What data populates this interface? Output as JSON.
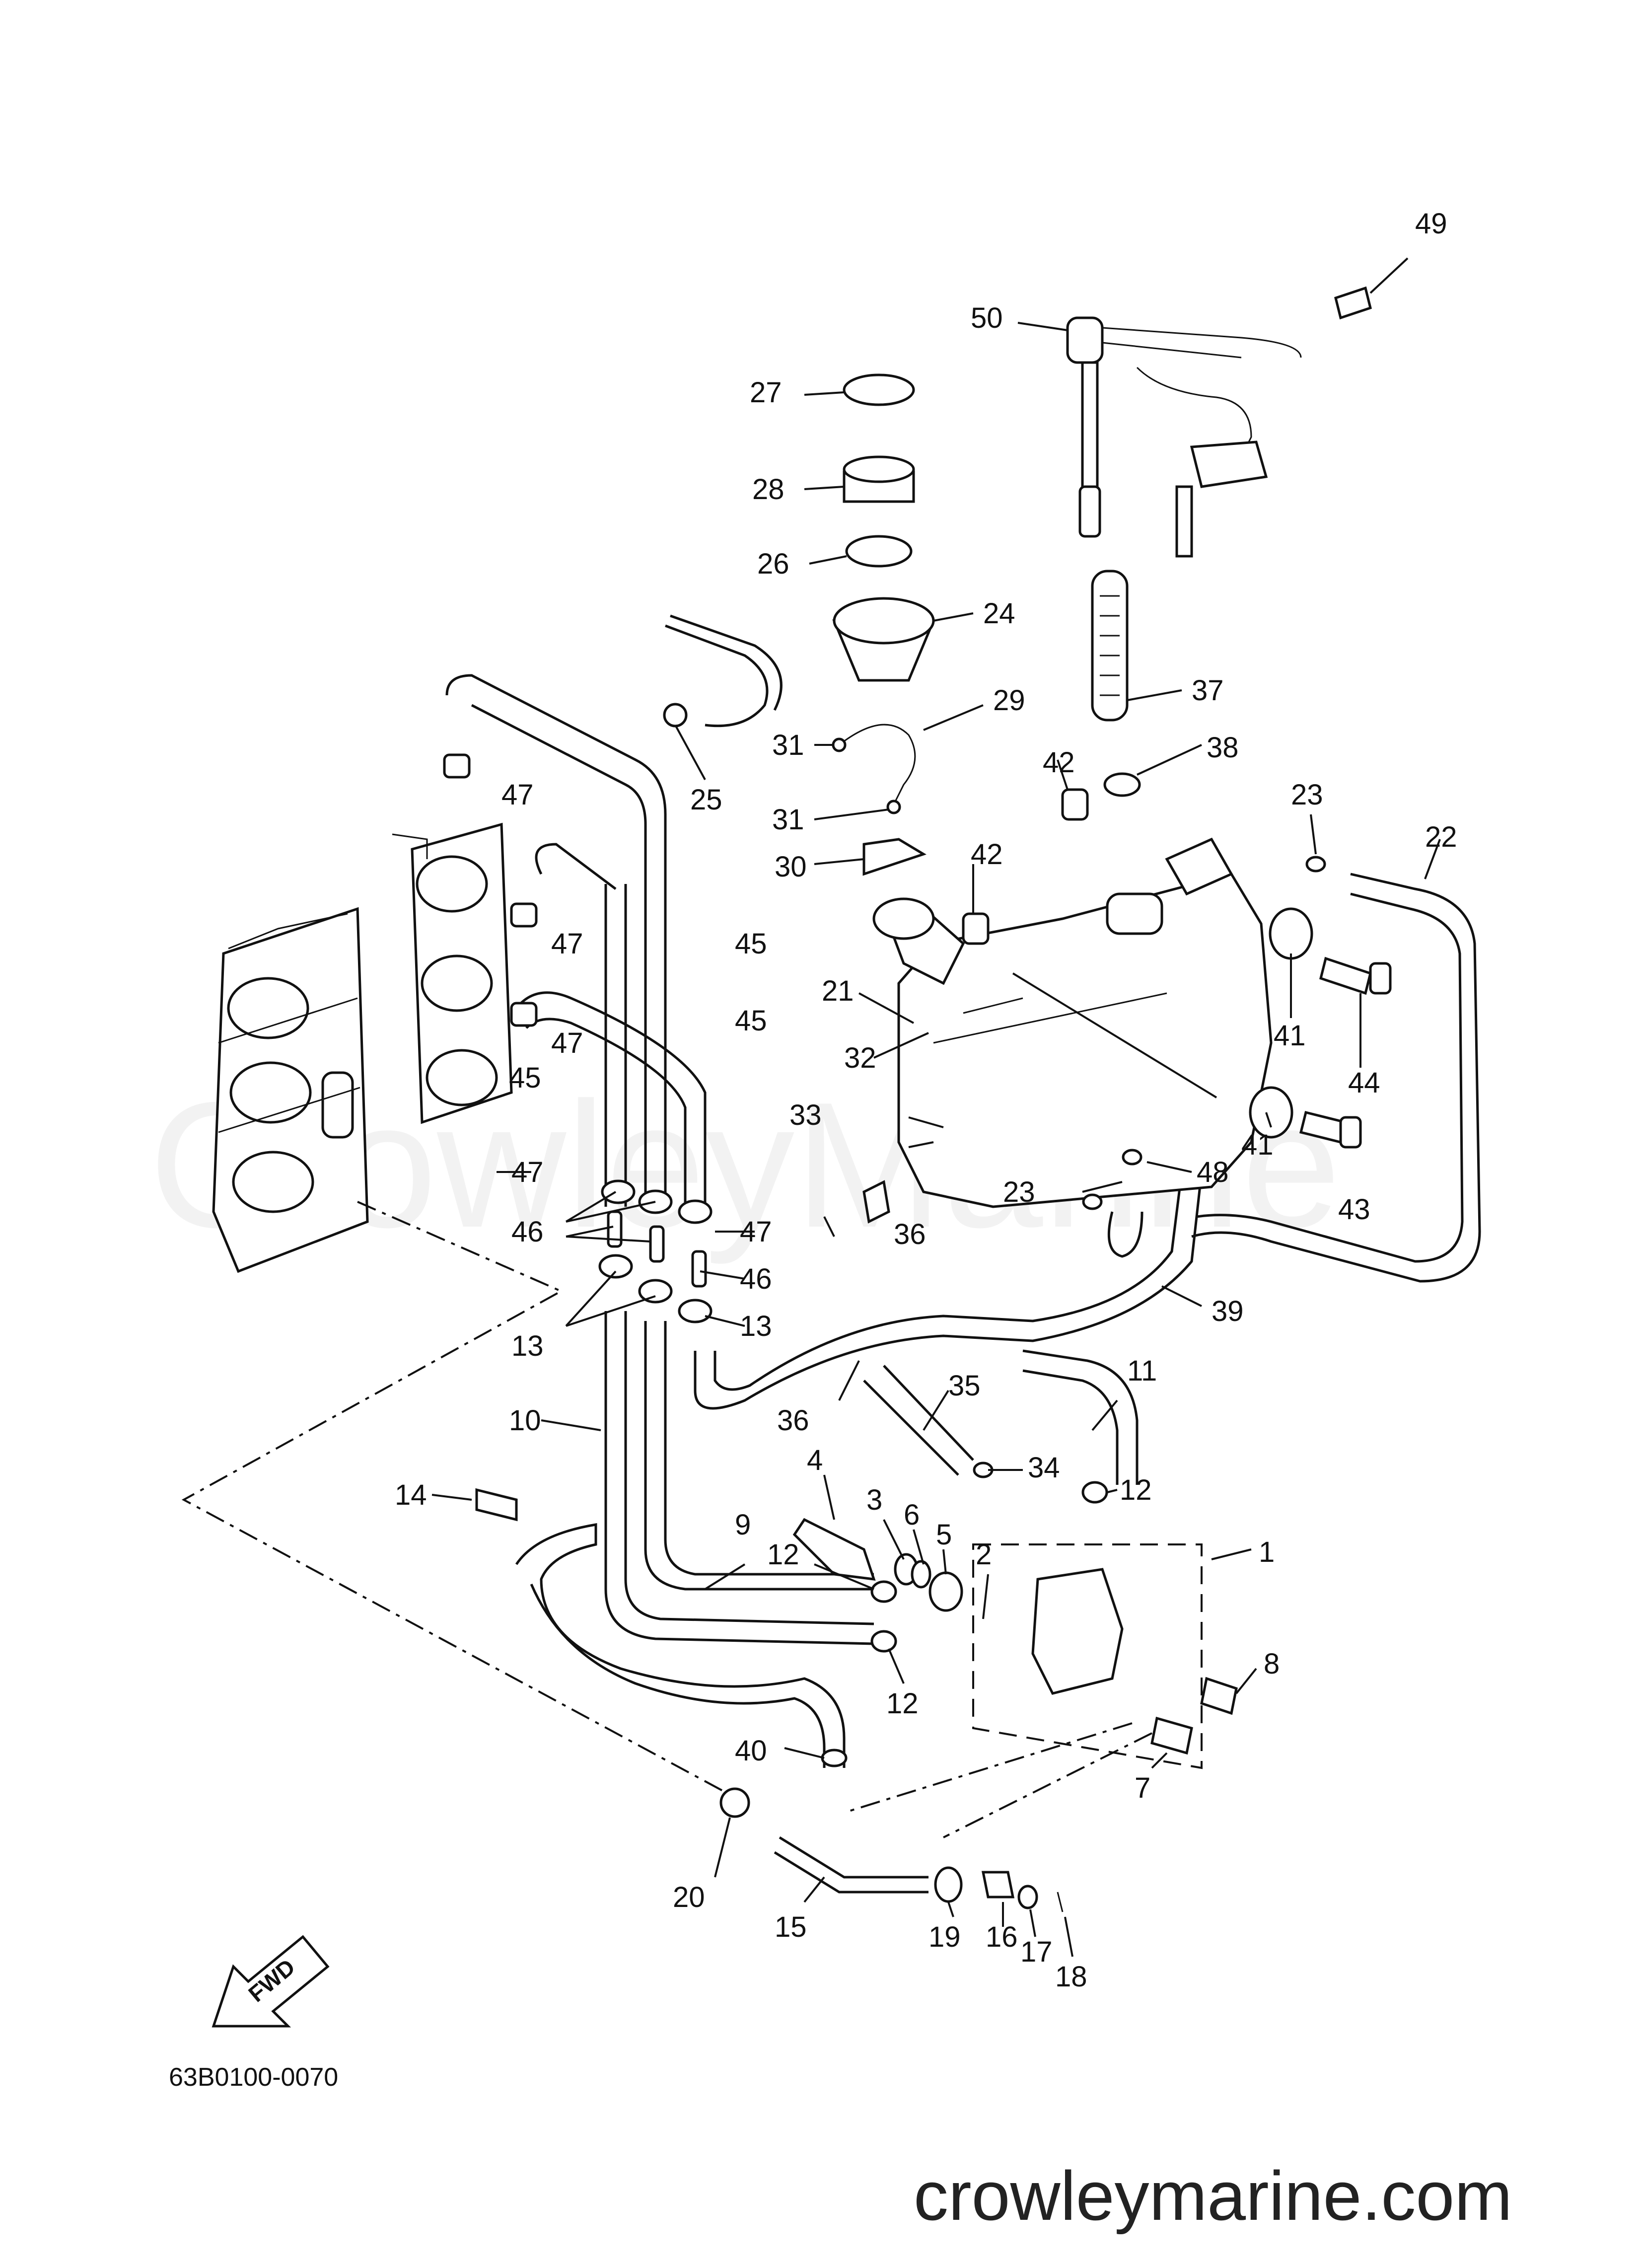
{
  "diagram_code": "63B0100-0070",
  "watermark": "CrowleyMarine",
  "website": "crowleymarine.com",
  "fwd_label": "FWD",
  "callouts": {
    "c1": "1",
    "c2": "2",
    "c3": "3",
    "c4": "4",
    "c5": "5",
    "c6": "6",
    "c7": "7",
    "c8": "8",
    "c9": "9",
    "c10": "10",
    "c11": "11",
    "c12a": "12",
    "c12b": "12",
    "c12c": "12",
    "c13a": "13",
    "c13b": "13",
    "c14": "14",
    "c15": "15",
    "c16": "16",
    "c17": "17",
    "c18": "18",
    "c19": "19",
    "c20": "20",
    "c21": "21",
    "c22": "22",
    "c23a": "23",
    "c23b": "23",
    "c24": "24",
    "c25": "25",
    "c26": "26",
    "c27": "27",
    "c28": "28",
    "c29": "29",
    "c30": "30",
    "c31a": "31",
    "c31b": "31",
    "c32": "32",
    "c33": "33",
    "c34": "34",
    "c35": "35",
    "c36a": "36",
    "c36b": "36",
    "c37": "37",
    "c38": "38",
    "c39": "39",
    "c40": "40",
    "c41a": "41",
    "c41b": "41",
    "c42a": "42",
    "c42b": "42",
    "c43": "43",
    "c44": "44",
    "c45a": "45",
    "c45b": "45",
    "c45c": "45",
    "c46a": "46",
    "c46b": "46",
    "c47a": "47",
    "c47b": "47",
    "c47c": "47",
    "c47d": "47",
    "c47e": "47",
    "c48": "48",
    "c49": "49",
    "c50": "50"
  }
}
